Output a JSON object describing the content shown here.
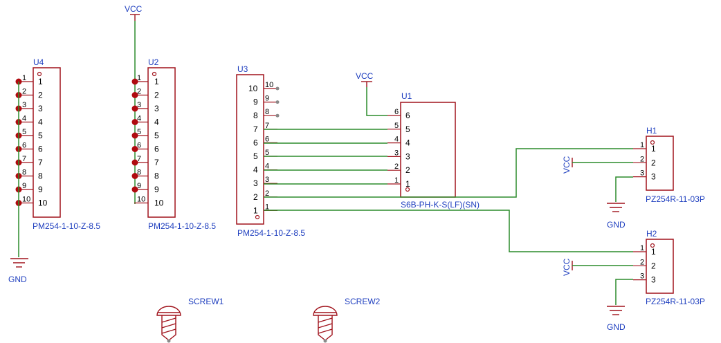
{
  "components": {
    "u4": {
      "designator": "U4",
      "value": "PM254-1-10-Z-8.5",
      "pins": [
        "1",
        "2",
        "3",
        "4",
        "5",
        "6",
        "7",
        "8",
        "9",
        "10"
      ]
    },
    "u2": {
      "designator": "U2",
      "value": "PM254-1-10-Z-8.5",
      "pins": [
        "1",
        "2",
        "3",
        "4",
        "5",
        "6",
        "7",
        "8",
        "9",
        "10"
      ]
    },
    "u3": {
      "designator": "U3",
      "value": "PM254-1-10-Z-8.5",
      "pins": [
        "10",
        "9",
        "8",
        "7",
        "6",
        "5",
        "4",
        "3",
        "2",
        "1"
      ]
    },
    "u1": {
      "designator": "U1",
      "value": "S6B-PH-K-S(LF)(SN)",
      "pins": [
        "6",
        "5",
        "4",
        "3",
        "2",
        "1"
      ]
    },
    "h1": {
      "designator": "H1",
      "value": "PZ254R-11-03P",
      "pins": [
        "1",
        "2",
        "3"
      ]
    },
    "h2": {
      "designator": "H2",
      "value": "PZ254R-11-03P",
      "pins": [
        "1",
        "2",
        "3"
      ]
    },
    "screw1": {
      "designator": "SCREW1"
    },
    "screw2": {
      "designator": "SCREW2"
    }
  },
  "nets": {
    "vcc": "VCC",
    "gnd": "GND"
  },
  "colors": {
    "component_body": "#a0121b",
    "wire": "#2b8c2b",
    "label_text": "#1f3fbf",
    "junction": "#b00b10"
  }
}
